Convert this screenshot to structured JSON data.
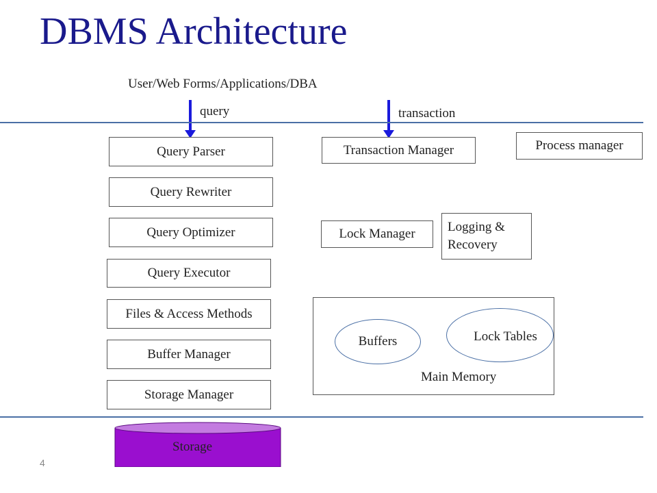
{
  "title": "DBMS Architecture",
  "user_label": "User/Web Forms/Applications/DBA",
  "query_label": "query",
  "transaction_label": "transaction",
  "query_stack": [
    "Query Parser",
    "Query Rewriter",
    "Query Optimizer",
    "Query Executor",
    "Files & Access Methods",
    "Buffer Manager",
    "Storage Manager"
  ],
  "transaction_manager": "Transaction Manager",
  "process_manager": "Process manager",
  "lock_manager": "Lock Manager",
  "logging_recovery": "Logging & Recovery",
  "main_memory": {
    "label": "Main Memory",
    "buffers": "Buffers",
    "lock_tables": "Lock Tables"
  },
  "storage": "Storage",
  "slide_number": "4",
  "colors": {
    "title": "#1a1a8c",
    "arrows": "#1a1adc",
    "divider_lines": "#4a6fa5",
    "storage_cylinder": "#9a0fcf"
  }
}
